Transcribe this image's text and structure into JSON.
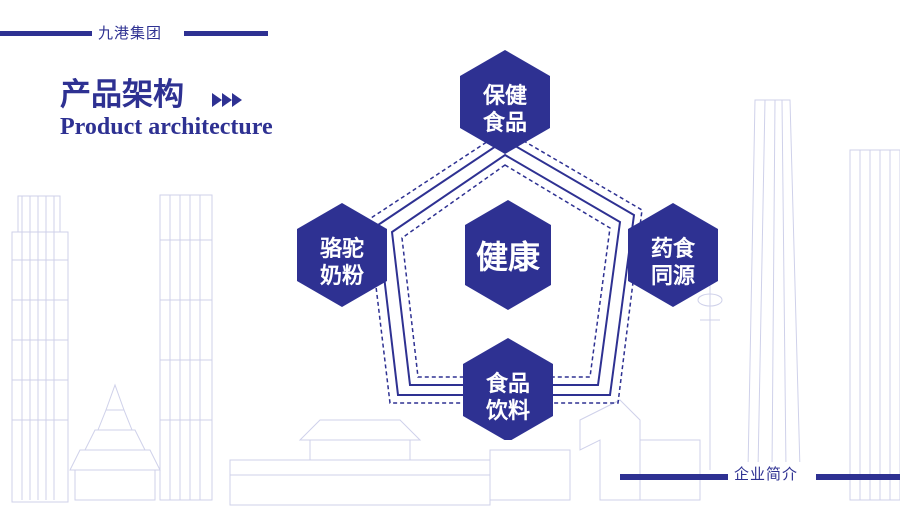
{
  "header": {
    "company": "九港集团"
  },
  "title": {
    "cn": "产品架构",
    "en": "Product architecture"
  },
  "diagram": {
    "center": "健康",
    "nodes": {
      "top": {
        "line1": "保健",
        "line2": "食品"
      },
      "right": {
        "line1": "药食",
        "line2": "同源"
      },
      "bottom": {
        "line1": "食品",
        "line2": "饮料"
      },
      "left": {
        "line1": "骆驼",
        "line2": "奶粉"
      }
    }
  },
  "footer": {
    "section": "企业简介"
  },
  "colors": {
    "brand": "#2e3192",
    "skyline": "#c9cbe6"
  }
}
